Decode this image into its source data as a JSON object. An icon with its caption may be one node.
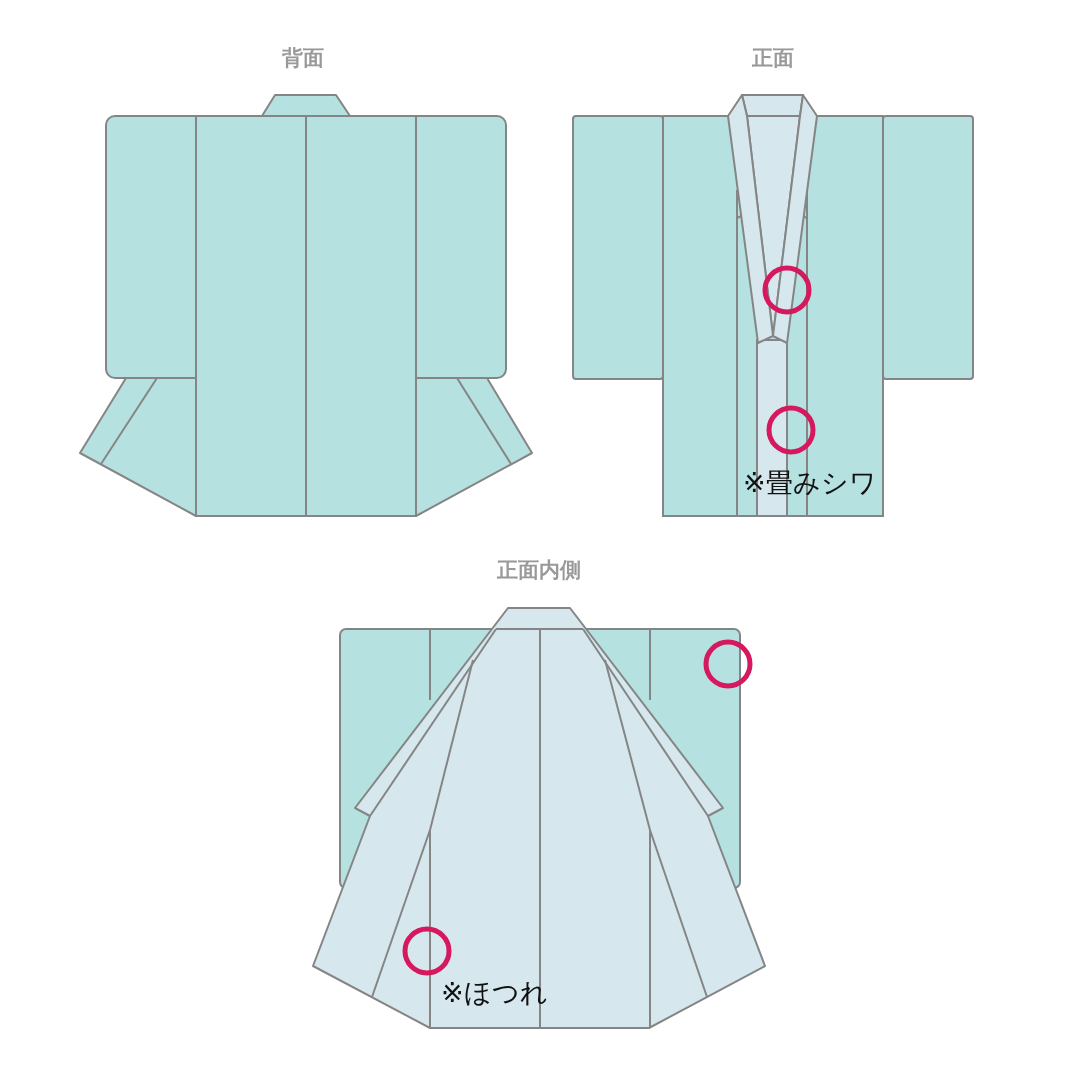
{
  "diagram": {
    "labels": [
      "背面",
      "正面",
      "※畳みシワ",
      "正面内側",
      "※ほつれ"
    ]
  }
}
